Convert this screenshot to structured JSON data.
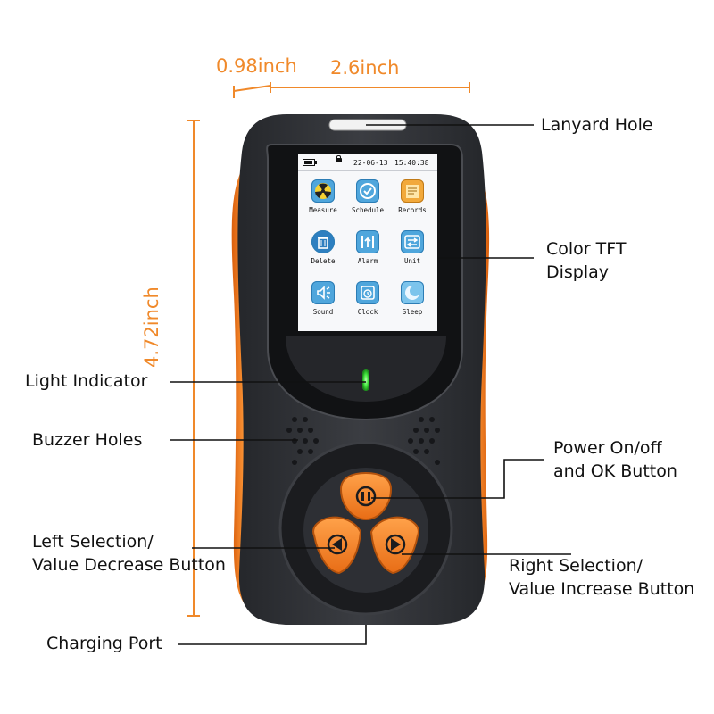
{
  "dimensions": {
    "depth": "0.98inch",
    "width": "2.6inch",
    "height": "4.72inch"
  },
  "screen": {
    "date": "22-06-13",
    "time": "15:40:38",
    "apps": [
      {
        "label": "Measure",
        "icon": "radiation-icon"
      },
      {
        "label": "Schedule",
        "icon": "check-clock-icon"
      },
      {
        "label": "Records",
        "icon": "notepad-icon"
      },
      {
        "label": "Delete",
        "icon": "trash-icon"
      },
      {
        "label": "Alarm",
        "icon": "threshold-icon"
      },
      {
        "label": "Unit",
        "icon": "swap-arrows-icon"
      },
      {
        "label": "Sound",
        "icon": "speaker-icon"
      },
      {
        "label": "Clock",
        "icon": "clock-icon"
      },
      {
        "label": "Sleep",
        "icon": "moon-icon"
      }
    ]
  },
  "callouts": {
    "lanyard": "Lanyard Hole",
    "display": [
      "Color TFT",
      "Display"
    ],
    "light": "Light Indicator",
    "buzzer": "Buzzer Holes",
    "power": [
      "Power On/off",
      "and OK Button"
    ],
    "left": [
      "Left Selection/",
      "Value Decrease Button"
    ],
    "right": [
      "Right Selection/",
      "Value Increase Button"
    ],
    "charging": "Charging Port"
  },
  "colors": {
    "orange": "#f0892a",
    "body": "#2e3035",
    "indicator": "#3ee13a",
    "icon_blue": "#4fa6dc"
  }
}
